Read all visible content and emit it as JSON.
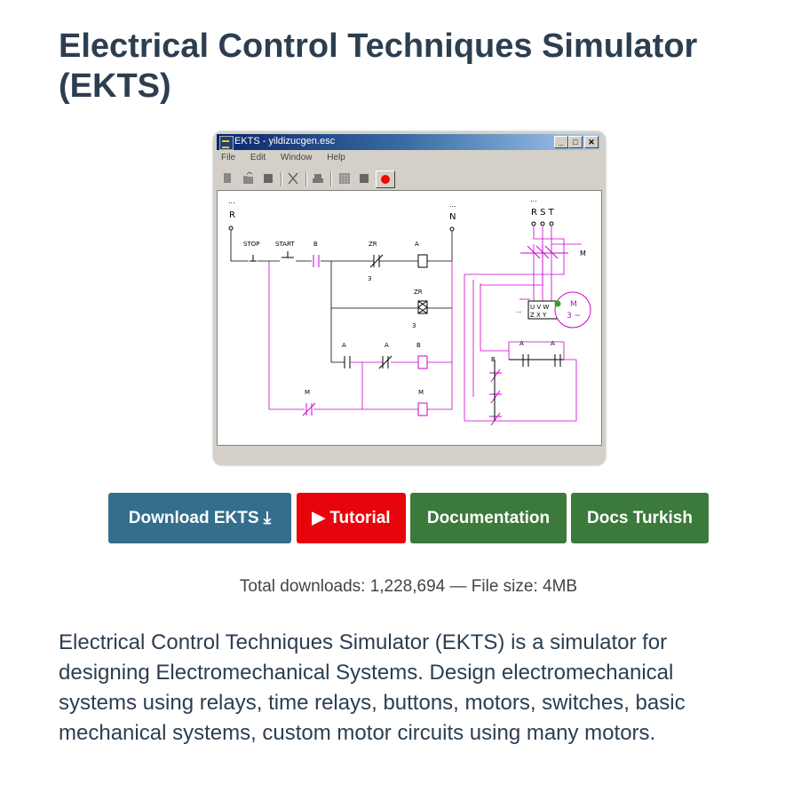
{
  "page": {
    "title": "Electrical Control Techniques Simulator (EKTS)"
  },
  "window": {
    "title": "EKTS - yildizucgen.esc",
    "controls": {
      "minimize": "_",
      "maximize": "□",
      "close": "✕"
    },
    "menu": [
      "File",
      "Edit",
      "Window",
      "Help"
    ],
    "toolbar_icons": [
      "new-icon",
      "open-icon",
      "save-icon",
      "cut-icon",
      "print-icon",
      "grid-icon",
      "stop-icon",
      "record-icon"
    ],
    "record_color": "#ff0000"
  },
  "circuit": {
    "rails": [
      "R",
      "N"
    ],
    "rails_dots": "...",
    "supply": "R S T",
    "labels": {
      "stop": "STOP",
      "start": "START",
      "b1": "B",
      "zr1": "ZR",
      "zr1_num": "3",
      "a1": "A",
      "zr2": "ZR",
      "zr2_num": "3",
      "a2": "A",
      "a3": "A",
      "b2": "B",
      "m1": "M",
      "m2": "M",
      "m_contactor": "M",
      "terminals_top": "U V W",
      "terminals_bottom": "Z X Y",
      "motor": "M",
      "motor_phase": "3 ~",
      "a4": "A",
      "a5": "A",
      "b3": "B"
    },
    "coil_color": "#cc00cc",
    "lamp_color": "#22aa22"
  },
  "buttons": {
    "download": "Download EKTS ⤓",
    "tutorial": "▶ Tutorial",
    "documentation": "Documentation",
    "docs_turkish": "Docs Turkish"
  },
  "stats": {
    "text": "Total downloads: 1,228,694 — File size: 4MB"
  },
  "description": "Electrical Control Techniques Simulator (EKTS) is a simulator for designing Electromechanical Systems. Design electromechanical systems using relays, time relays, buttons, motors, switches, basic mechanical systems, custom motor circuits using many motors."
}
